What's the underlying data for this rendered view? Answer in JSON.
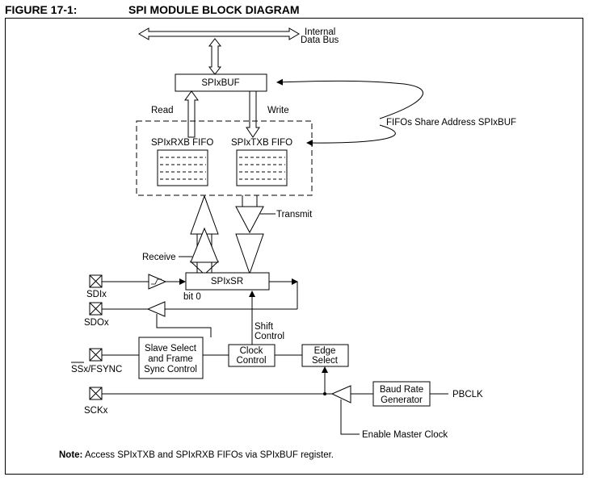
{
  "figure": {
    "number": "FIGURE 17-1:",
    "title": "SPI MODULE BLOCK DIAGRAM"
  },
  "labels": {
    "bus_line1": "Internal",
    "bus_line2": "Data Bus",
    "spibuf": "SPIxBUF",
    "read": "Read",
    "write": "Write",
    "fifo_share": "FIFOs Share Address SPIxBUF",
    "rx_fifo": "SPIxRXB FIFO",
    "tx_fifo": "SPIxTXB FIFO",
    "transmit": "Transmit",
    "receive": "Receive",
    "spisr": "SPIxSR",
    "bit0": "bit 0",
    "sdi": "SDIx",
    "sdo": "SDOx",
    "shift_control_line1": "Shift",
    "shift_control_line2": "Control",
    "slave_select_line1": "Slave Select",
    "slave_select_line2": "and Frame",
    "slave_select_line3": "Sync Control",
    "clock_control_line1": "Clock",
    "clock_control_line2": "Control",
    "edge_select_line1": "Edge",
    "edge_select_line2": "Select",
    "ss_pin": "SSx/FSYNC",
    "sck": "SCKx",
    "baud_line1": "Baud Rate",
    "baud_line2": "Generator",
    "pbclk": "PBCLK",
    "enable_master_clock": "Enable Master Clock"
  },
  "note": {
    "label": "Note:",
    "text": "Access SPIxTXB and SPIxRXB FIFOs via SPIxBUF register."
  }
}
